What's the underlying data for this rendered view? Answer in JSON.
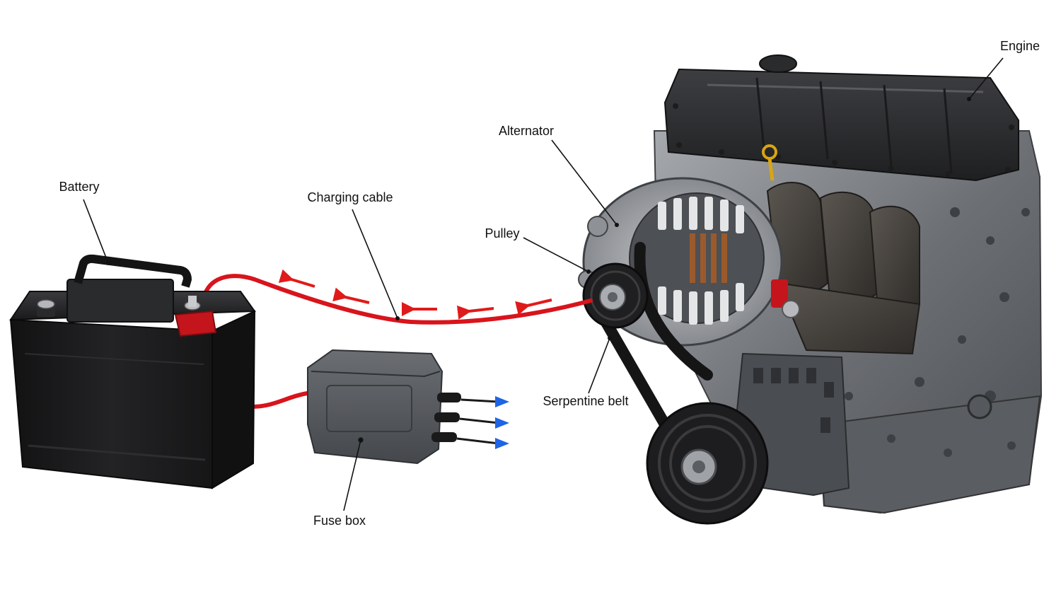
{
  "labels": {
    "engine": "Engine",
    "alternator": "Alternator",
    "battery": "Battery",
    "charging_cable": "Charging cable",
    "pulley": "Pulley",
    "serpentine_belt": "Serpentine belt",
    "fuse_box": "Fuse box"
  },
  "colors": {
    "cable_red": "#d8141c",
    "flow_arrow_red": "#e01a1a",
    "output_arrow_blue": "#1e64e6",
    "battery_body": "#1b1b1c",
    "fuse_box_body": "#55585c",
    "engine_metal": "#7d8085",
    "valve_cover": "#2a2b2d"
  },
  "icons": {
    "battery": "car-battery-icon",
    "fuse_box": "fuse-box-icon",
    "engine": "engine-block-icon",
    "alternator": "alternator-icon",
    "flow_arrow": "arrow-left-icon",
    "output_arrow": "arrow-right-icon"
  }
}
